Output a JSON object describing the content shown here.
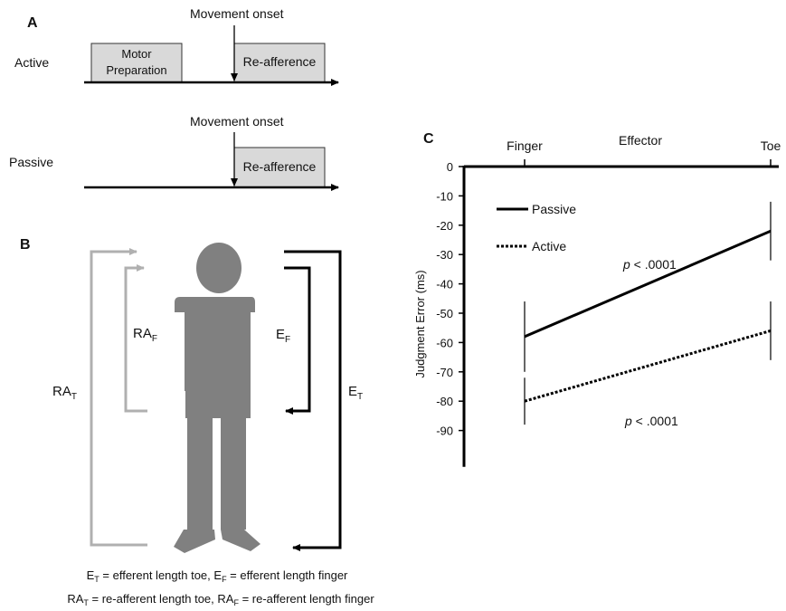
{
  "panel_a": {
    "label": "A",
    "active_label": "Active",
    "passive_label": "Passive",
    "movement_onset": "Movement onset",
    "motor_prep_line1": "Motor",
    "motor_prep_line2": "Preparation",
    "reafference": "Re-afference"
  },
  "panel_b": {
    "label": "B",
    "ra_f_main": "RA",
    "ra_f_sub": "F",
    "ra_t_main": "RA",
    "ra_t_sub": "T",
    "e_f_main": "E",
    "e_f_sub": "F",
    "e_t_main": "E",
    "e_t_sub": "T",
    "legend_line1": {
      "a_main": "E",
      "a_sub": "T",
      "a_text": " = efferent length toe, ",
      "b_main": "E",
      "b_sub": "F",
      "b_text": " = efferent length finger"
    },
    "legend_line2": {
      "a_main": "RA",
      "a_sub": "T",
      "a_text": " = re-afferent length toe, ",
      "b_main": "RA",
      "b_sub": "F",
      "b_text": " = re-afferent length finger"
    },
    "colors": {
      "figure": "#808080",
      "reafferent": "#b0b0b0",
      "efferent": "#000000"
    }
  },
  "chart_data": {
    "type": "line",
    "panel_label": "C",
    "title": "Effector",
    "ylabel": "Judgment Error (ms)",
    "categories": [
      "Finger",
      "Toe"
    ],
    "ylim": [
      -95,
      0
    ],
    "yticks": [
      0,
      -10,
      -20,
      -30,
      -40,
      -50,
      -60,
      -70,
      -80,
      -90
    ],
    "series": [
      {
        "name": "Passive",
        "values": [
          -58,
          -22
        ],
        "error": [
          12,
          10
        ],
        "style": "solid"
      },
      {
        "name": "Active",
        "values": [
          -80,
          -56
        ],
        "error": [
          8,
          10
        ],
        "style": "dotted"
      }
    ],
    "annotations": [
      {
        "p_label": "p",
        "text": " < .0001",
        "series": "Passive"
      },
      {
        "p_label": "p",
        "text": " < .0001",
        "series": "Active"
      }
    ]
  }
}
